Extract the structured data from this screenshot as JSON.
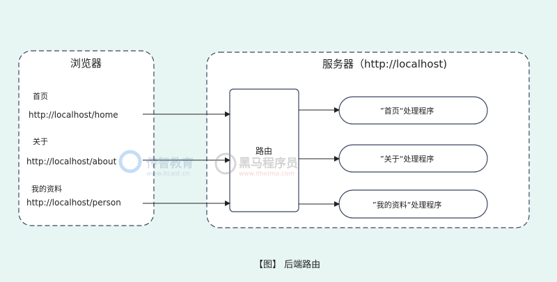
{
  "browser": {
    "title": "浏览器",
    "links": [
      {
        "label": "首页",
        "url": "http://localhost/home"
      },
      {
        "label": "关于",
        "url": "http://localhost/about"
      },
      {
        "label": "我的资料",
        "url": "http://localhost/person"
      }
    ]
  },
  "server": {
    "title": "服务器（http://localhost)",
    "router_label": "路由",
    "handlers": [
      "”首页“处理程序",
      "”关于“处理程序",
      "”我的资料“处理程序"
    ]
  },
  "watermarks": [
    {
      "name": "传智教育",
      "url": "www.itcast.cn"
    },
    {
      "name": "黑马程序员",
      "url": "www.itheima.com"
    }
  ],
  "caption": "【图】 后端路由",
  "colors": {
    "background": "#e8f6f3",
    "stroke": "#3a4560",
    "box": "#ffffff"
  }
}
